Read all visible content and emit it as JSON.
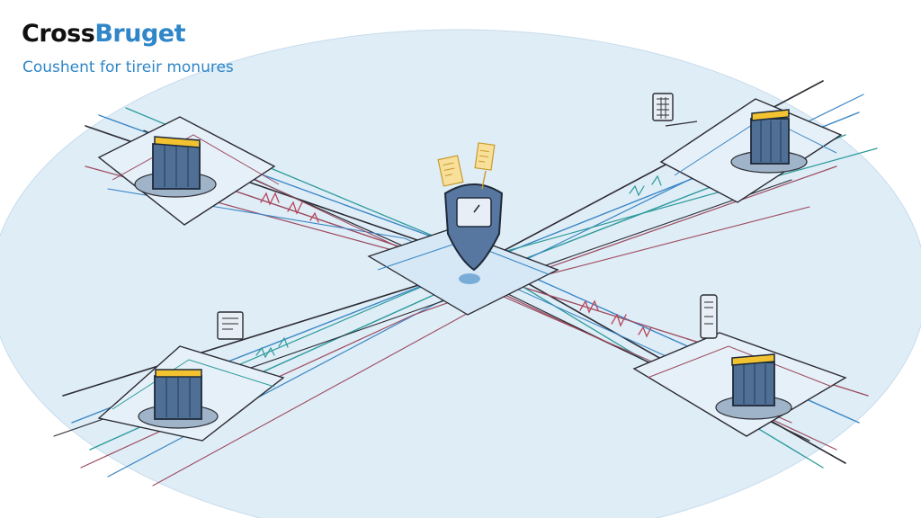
{
  "header": {
    "title_prefix": "Cross",
    "title_accent": "Bruget",
    "subtitle": "Coushent for tireir monures"
  },
  "colors": {
    "accent": "#2f86c8",
    "background_plane": "#dfedf7",
    "server_body": "#4f6f95",
    "server_cap": "#f2c230",
    "line_blue": "#3a86c4",
    "line_teal": "#2c9a9a",
    "line_dark": "#2b2b33",
    "line_red": "#9c4a5e"
  },
  "icons": {
    "nodes": [
      "server-icon",
      "server-icon",
      "server-icon",
      "server-icon"
    ],
    "hub": "shield-device-icon",
    "devices": [
      "keypad-device-icon",
      "tablet-device-icon",
      "phone-device-icon"
    ],
    "tags": [
      "paper-tag-icon",
      "paper-tag-icon"
    ]
  }
}
